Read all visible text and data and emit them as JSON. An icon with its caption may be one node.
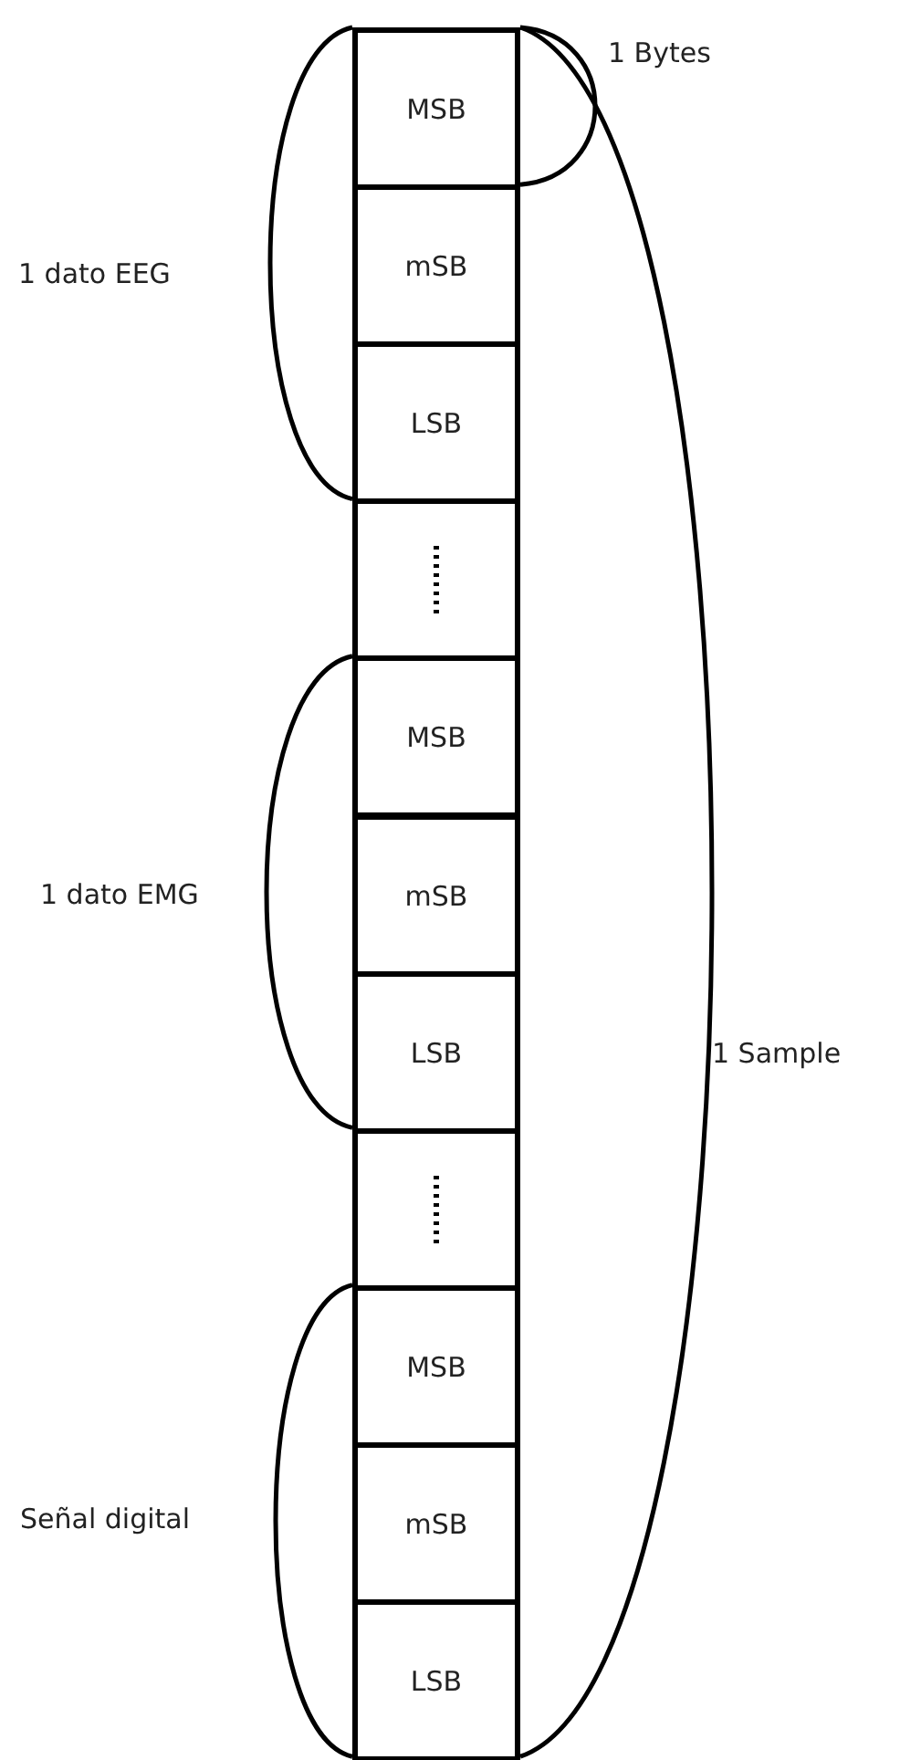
{
  "diagram": {
    "nodes": [
      {
        "text": [
          "MSB"
        ]
      },
      {
        "text": [
          "mSB"
        ]
      },
      {
        "text": [
          "LSB"
        ]
      },
      {
        "text": [],
        "shape": "box"
      },
      {
        "text": [
          "MSB"
        ]
      },
      {
        "text": [
          "mSB"
        ]
      },
      {
        "text": [
          "LSB"
        ]
      },
      {
        "text": [],
        "shape": "box"
      },
      {
        "text": [
          "MSB"
        ]
      },
      {
        "text": [
          "mSB"
        ]
      },
      {
        "text": [
          "LSB"
        ]
      }
    ],
    "labels": [
      "1 Bytes",
      "1 dato EEG",
      "1 dato EMG",
      "1 Sample",
      "Señal digital"
    ]
  }
}
